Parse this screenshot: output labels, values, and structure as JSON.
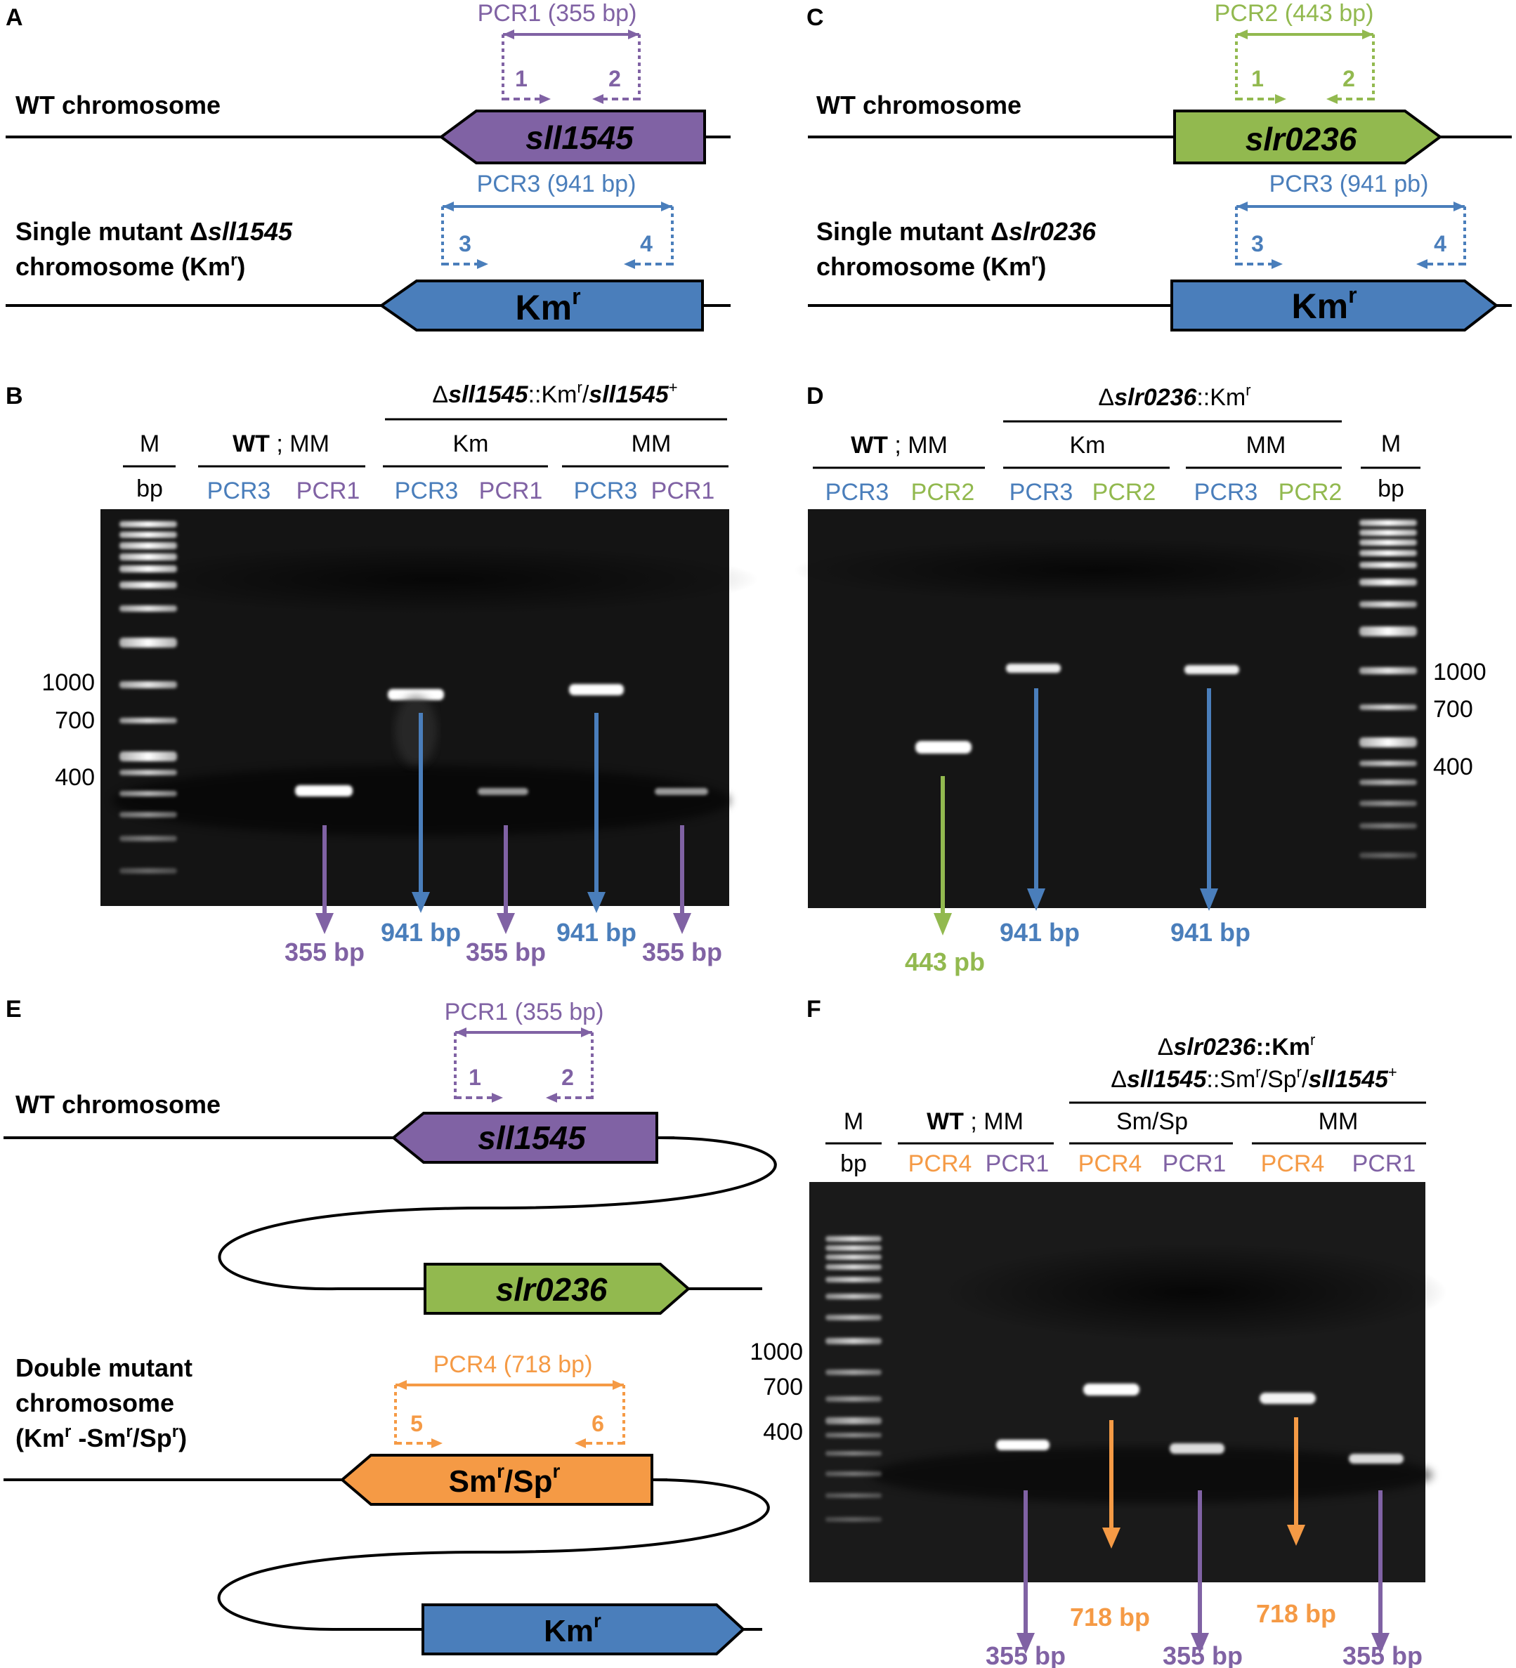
{
  "colors": {
    "purple": "#8062a4",
    "green": "#92b94f",
    "blue": "#4a7ebb",
    "orange": "#f59a45",
    "gel": "#111111"
  },
  "panels": {
    "A": {
      "letter": "A",
      "wt_label": "WT chromosome",
      "pcr_label": "PCR1 (355 bp)",
      "primer_left": "1",
      "primer_right": "2",
      "gene": "sll1545",
      "pcr3_label": "PCR3 (941 bp)",
      "mut_line1_prefix": "Single mutant Δ",
      "mut_line1_gene": "sll1545",
      "mut_line2": "chromosome (Km",
      "mut_line2_sup": "r",
      "mut_line2_end": ")",
      "primer3": "3",
      "primer4": "4",
      "cassette": "Km",
      "cassette_sup": "r"
    },
    "B": {
      "letter": "B",
      "strain_prefix": "Δ",
      "strain_gene": "sll1545",
      "strain_mid": "::Km",
      "strain_sup": "r",
      "strain_slash": "/",
      "strain_gene2": "sll1545",
      "strain_sup2": "+",
      "marker": "M",
      "bp": "bp",
      "wt": "WT",
      "wt_sep": " ; MM",
      "group_km": "Km",
      "group_mm": "MM",
      "lanes": [
        "PCR3",
        "PCR1",
        "PCR3",
        "PCR1",
        "PCR3",
        "PCR1"
      ],
      "sizes": [
        "1000",
        "700",
        "400"
      ],
      "results": [
        "355 bp",
        "941 bp",
        "355 bp",
        "941 bp",
        "355 bp"
      ]
    },
    "C": {
      "letter": "C",
      "wt_label": "WT chromosome",
      "pcr_label": "PCR2 (443 bp)",
      "primer_left": "1",
      "primer_right": "2",
      "gene": "slr0236",
      "pcr3_label": "PCR3 (941 pb)",
      "mut_line1_prefix": "Single mutant Δ",
      "mut_line1_gene": "slr0236",
      "mut_line2": "chromosome (Km",
      "mut_line2_sup": "r",
      "mut_line2_end": ")",
      "primer3": "3",
      "primer4": "4",
      "cassette": "Km",
      "cassette_sup": "r"
    },
    "D": {
      "letter": "D",
      "strain_prefix": "Δ",
      "strain_gene": "slr0236",
      "strain_mid": "::Km",
      "strain_sup": "r",
      "marker": "M",
      "bp": "bp",
      "wt": "WT",
      "wt_sep": " ; MM",
      "group_km": "Km",
      "group_mm": "MM",
      "lanes": [
        "PCR3",
        "PCR2",
        "PCR3",
        "PCR2",
        "PCR3",
        "PCR2"
      ],
      "sizes": [
        "1000",
        "700",
        "400"
      ],
      "results": [
        "443 pb",
        "941 bp",
        "941 bp"
      ]
    },
    "E": {
      "letter": "E",
      "wt_label": "WT chromosome",
      "pcr_label": "PCR1 (355 bp)",
      "primer_left": "1",
      "primer_right": "2",
      "gene1": "sll1545",
      "gene2": "slr0236",
      "double_line1": "Double mutant",
      "double_line2": "chromosome",
      "double_line3_a": "(Km",
      "double_line3_sup1": "r",
      "double_line3_b": " -Sm",
      "double_line3_sup2": "r",
      "double_line3_c": "/Sp",
      "double_line3_sup3": "r",
      "double_line3_d": ")",
      "pcr4_label": "PCR4 (718 bp)",
      "primer5": "5",
      "primer6": "6",
      "cassette_sm": "Sm",
      "cassette_sm_sup": "r",
      "cassette_sp": "/Sp",
      "cassette_sp_sup": "r",
      "cassette_km": "Km",
      "cassette_km_sup": "r"
    },
    "F": {
      "letter": "F",
      "strain1_prefix": "Δ",
      "strain1_gene": "slr0236",
      "strain1_mid": "::Km",
      "strain1_sup": "r",
      "strain2_prefix": "Δ",
      "strain2_gene": "sll1545",
      "strain2_mid": "::Sm",
      "strain2_sup": "r",
      "strain2_mid2": "/Sp",
      "strain2_sup2": "r",
      "strain2_slash": "/",
      "strain2_gene2": "sll1545",
      "strain2_sup3": "+",
      "marker": "M",
      "bp": "bp",
      "wt": "WT",
      "wt_sep": " ; MM",
      "group_smsp": "Sm/Sp",
      "group_mm": "MM",
      "lanes": [
        "PCR4",
        "PCR1",
        "PCR4",
        "PCR1",
        "PCR4",
        "PCR1"
      ],
      "sizes": [
        "1000",
        "700",
        "400"
      ],
      "results": [
        "355 bp",
        "718 bp",
        "355 bp",
        "718 bp",
        "355 bp"
      ]
    }
  }
}
